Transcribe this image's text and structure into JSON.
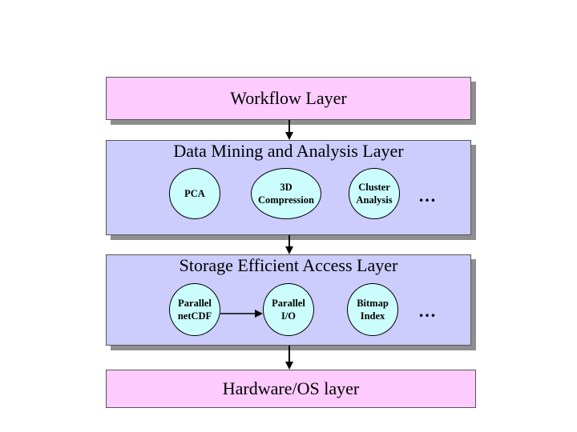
{
  "layers": {
    "workflow": {
      "title": "Workflow Layer"
    },
    "mining": {
      "title": "Data Mining and Analysis Layer",
      "nodes": [
        "PCA",
        "3D\nCompression",
        "Cluster\nAnalysis"
      ],
      "more": "…"
    },
    "storage": {
      "title": "Storage Efficient Access Layer",
      "nodes": [
        "Parallel\nnetCDF",
        "Parallel\nI/O",
        "Bitmap\nIndex"
      ],
      "more": "…"
    },
    "hardware": {
      "title": "Hardware/OS layer"
    }
  },
  "colors": {
    "pink_layer": "#fdcbfd",
    "blue_layer": "#ccccfd",
    "node_fill": "#ccfdfd",
    "shadow": "#8e8e8e"
  }
}
